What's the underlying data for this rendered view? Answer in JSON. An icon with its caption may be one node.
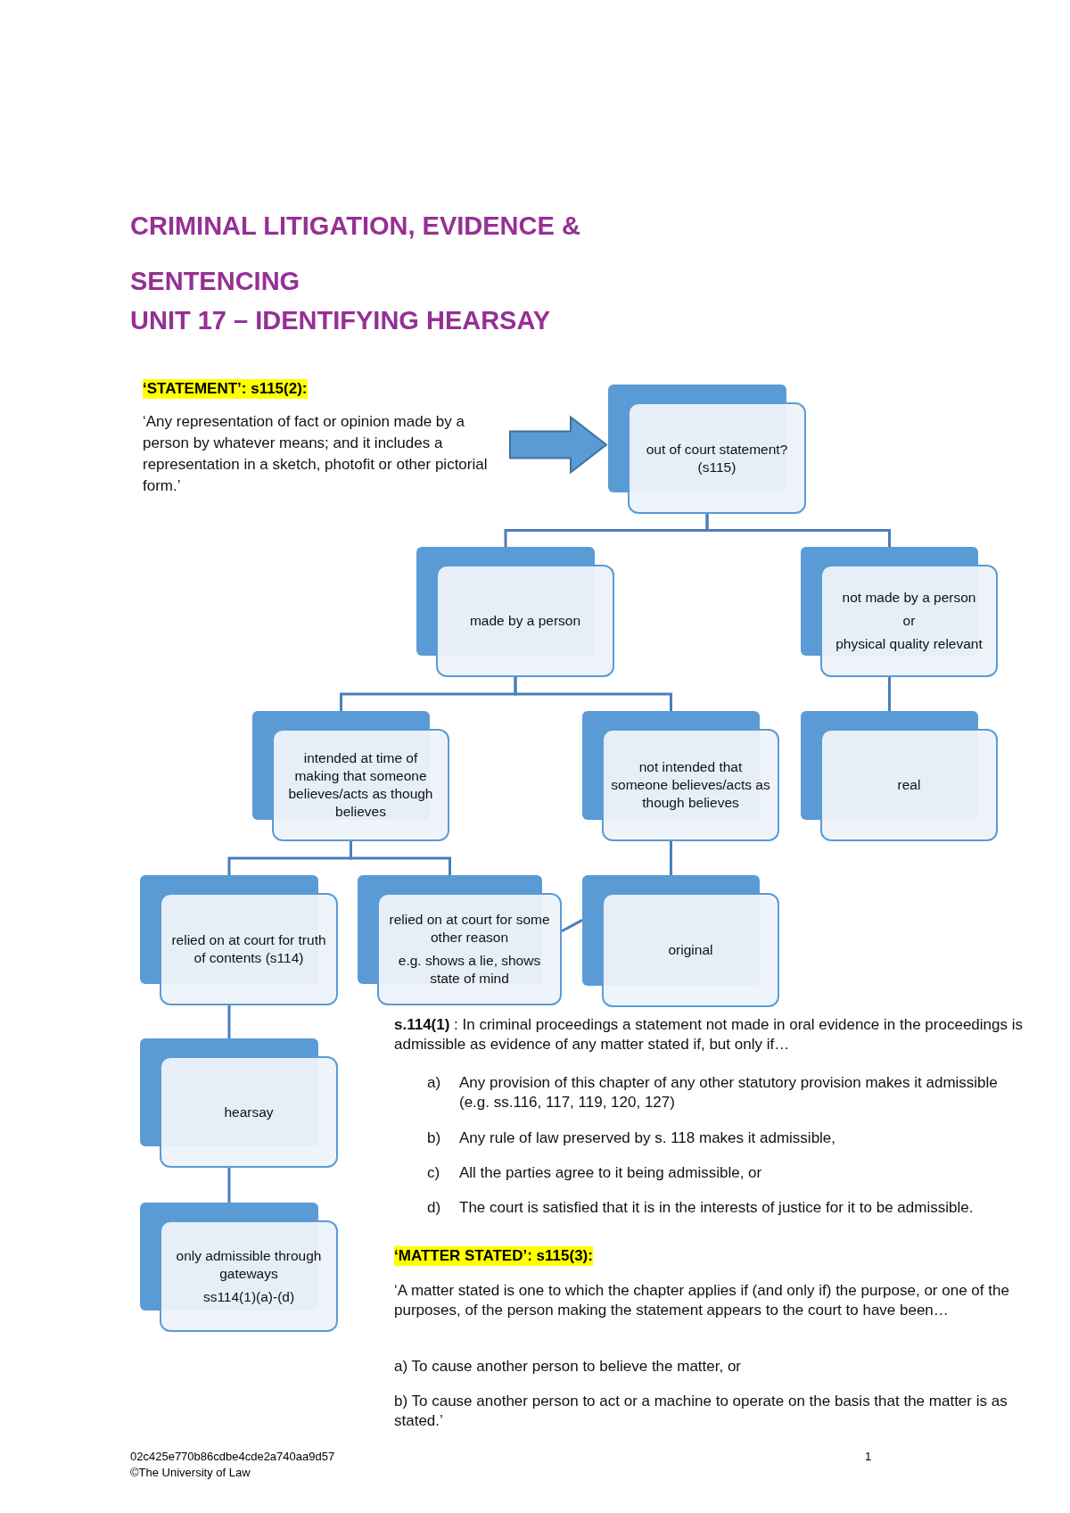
{
  "diagram": {
    "title": "CRIMINAL LITIGATION, EVIDENCE & SENTENCING",
    "nodes": [
      {
        "text": [
          "‘STATEMENT’: s115(2):",
          "‘Any representation of fact or opinion made by a person by whatever means; and it includes a representation in a sketch, photofit or other pictorial form.’"
        ]
      },
      {
        "text": [
          "out of court statement? (s115)"
        ]
      },
      {
        "text": [
          "made by a person"
        ]
      },
      {
        "text": [
          "not made by a person",
          "or",
          "physical quality relevant"
        ]
      },
      {
        "text": [
          "intended at time of making that someone believes/acts as though believes"
        ]
      },
      {
        "text": [
          "not intended that someone believes/acts as though believes"
        ]
      },
      {
        "text": [
          "real"
        ]
      },
      {
        "text": [
          "relied on at court for truth of contents (s114)"
        ]
      },
      {
        "text": [
          "relied on at court for some other reason",
          "e.g. shows a lie, shows state of mind"
        ]
      },
      {
        "text": [
          "original"
        ]
      },
      {
        "text": [
          "hearsay"
        ]
      },
      {
        "text": [
          "only admissible through gateways",
          "ss114(1)(a)-(d)"
        ]
      }
    ],
    "edges": [
      {
        "from": 0,
        "to": 1,
        "arrow": "to",
        "style": "thick"
      },
      {
        "from": 1,
        "to": 2,
        "arrow": "none"
      },
      {
        "from": 1,
        "to": 3,
        "arrow": "none"
      },
      {
        "from": 2,
        "to": 4,
        "arrow": "none"
      },
      {
        "from": 2,
        "to": 5,
        "arrow": "none"
      },
      {
        "from": 3,
        "to": 6,
        "arrow": "none"
      },
      {
        "from": 4,
        "to": 7,
        "arrow": "none"
      },
      {
        "from": 4,
        "to": 8,
        "arrow": "none"
      },
      {
        "from": 5,
        "to": 9,
        "arrow": "none"
      },
      {
        "from": 8,
        "to": 9,
        "arrow": "none"
      },
      {
        "from": 7,
        "to": 10,
        "arrow": "none"
      },
      {
        "from": 10,
        "to": 11,
        "arrow": "none"
      }
    ],
    "labels": [
      "UNIT 17 – IDENTIFYING HEARSAY",
      "**s.114(1)** : In criminal proceedings a statement not made in oral evidence in the proceedings is admissible as evidence of any matter stated if, but only if…",
      "a)",
      "Any provision of this chapter of any other statutory provision makes it admissible (e.g. ss.116, 117, 119, 120, 127)",
      "b)",
      "Any rule of law preserved by s. 118 makes it admissible,",
      "c)",
      "All the parties agree to it being admissible, or",
      "d)",
      "The court is satisfied that it is in the interests of justice for it to be admissible.",
      "‘MATTER STATED’: s115(3):",
      "‘A matter stated is one to which the chapter applies if (and only if) the purpose, or one of the purposes, of the person making the statement appears to the court to have been…",
      "a) To cause another person to believe the matter, or",
      "b) To cause another person to act or a machine to operate on the basis that the matter is as stated.’",
      "02c425e770b86cdbe4cde2a740aa9d57",
      "1",
      "©The University of Law"
    ]
  }
}
